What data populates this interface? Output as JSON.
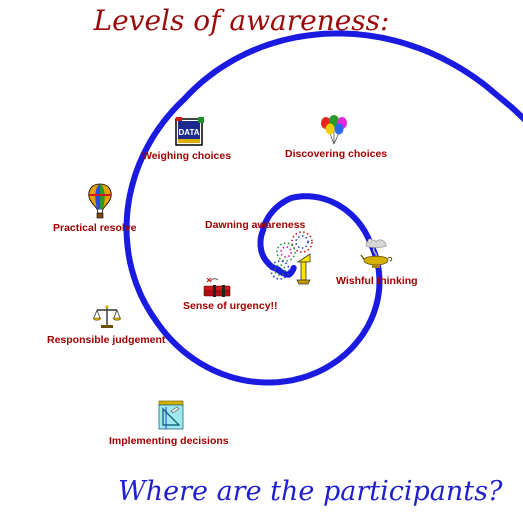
{
  "title": "Levels of awareness:",
  "question": "Where are the participants?",
  "colors": {
    "spiral": "#1a1ae0",
    "title": "#9b0a0a",
    "labels": "#a00000",
    "question": "#1f1fd0"
  },
  "stages": [
    {
      "label": "Weighing choices",
      "icon": "data-chart-icon"
    },
    {
      "label": "Discovering choices",
      "icon": "balloons-icon"
    },
    {
      "label": "Practical resolve",
      "icon": "hot-air-balloon-icon"
    },
    {
      "label": "Dawning awareness",
      "icon": "fireworks-icon"
    },
    {
      "label": "Wishful thinking",
      "icon": "magic-lamp-icon"
    },
    {
      "label": "Sense of urgency!!",
      "icon": "dynamite-icon"
    },
    {
      "label": "Responsible judgement",
      "icon": "scales-icon"
    },
    {
      "label": "Implementing decisions",
      "icon": "drafting-tools-icon"
    }
  ]
}
